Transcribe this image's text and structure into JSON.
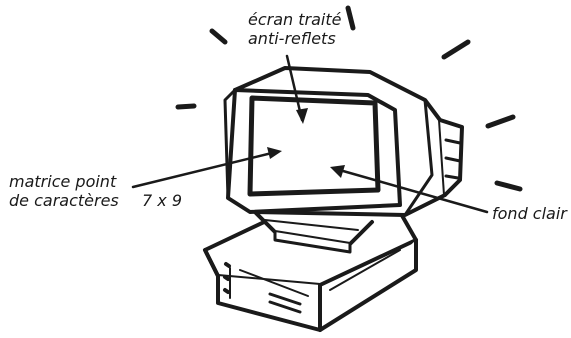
{
  "labels": {
    "screen_line1": "écran traité",
    "screen_line2": "anti-reflets",
    "matrix_line1": "matrice point",
    "matrix_line2": "de caractères",
    "matrix_size": "7 x 9",
    "background": "fond clair"
  },
  "colors": {
    "ink": "#1a1a1a",
    "background": "#ffffff"
  },
  "illustration": {
    "subject": "computer-monitor-icon"
  }
}
